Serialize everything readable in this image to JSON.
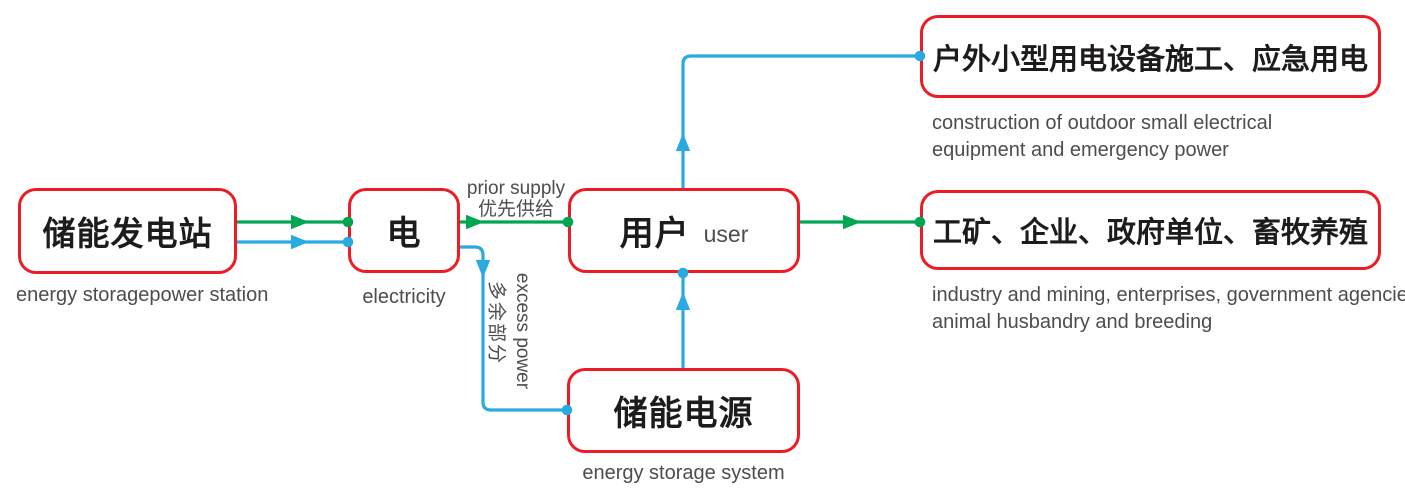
{
  "colors": {
    "box_border": "#ed1c24",
    "flow_green": "#00a651",
    "flow_blue": "#29abe2",
    "title_text": "#1d1b1c",
    "caption_text": "#4d4d4f"
  },
  "nodes": {
    "station": {
      "title": "储能发电站",
      "caption": "energy storagepower station"
    },
    "electricity": {
      "title": "电",
      "caption": "electricity"
    },
    "user": {
      "title": "用户",
      "subtitle": "user"
    },
    "storage": {
      "title": "储能电源",
      "caption": "energy storage system"
    },
    "outdoor": {
      "title": "户外小型用电设备施工、应急用电",
      "caption_line1": "construction of outdoor small electrical",
      "caption_line2": "equipment and emergency power"
    },
    "industry": {
      "title": "工矿、企业、政府单位、畜牧养殖",
      "caption_line1": "industry and mining, enterprises, government agencies,",
      "caption_line2": "animal husbandry and breeding"
    }
  },
  "edge_labels": {
    "prior_supply_en": "prior supply",
    "prior_supply_zh": "优先供给",
    "excess_power_en": "excess power",
    "excess_power_zh": "多余部分"
  }
}
